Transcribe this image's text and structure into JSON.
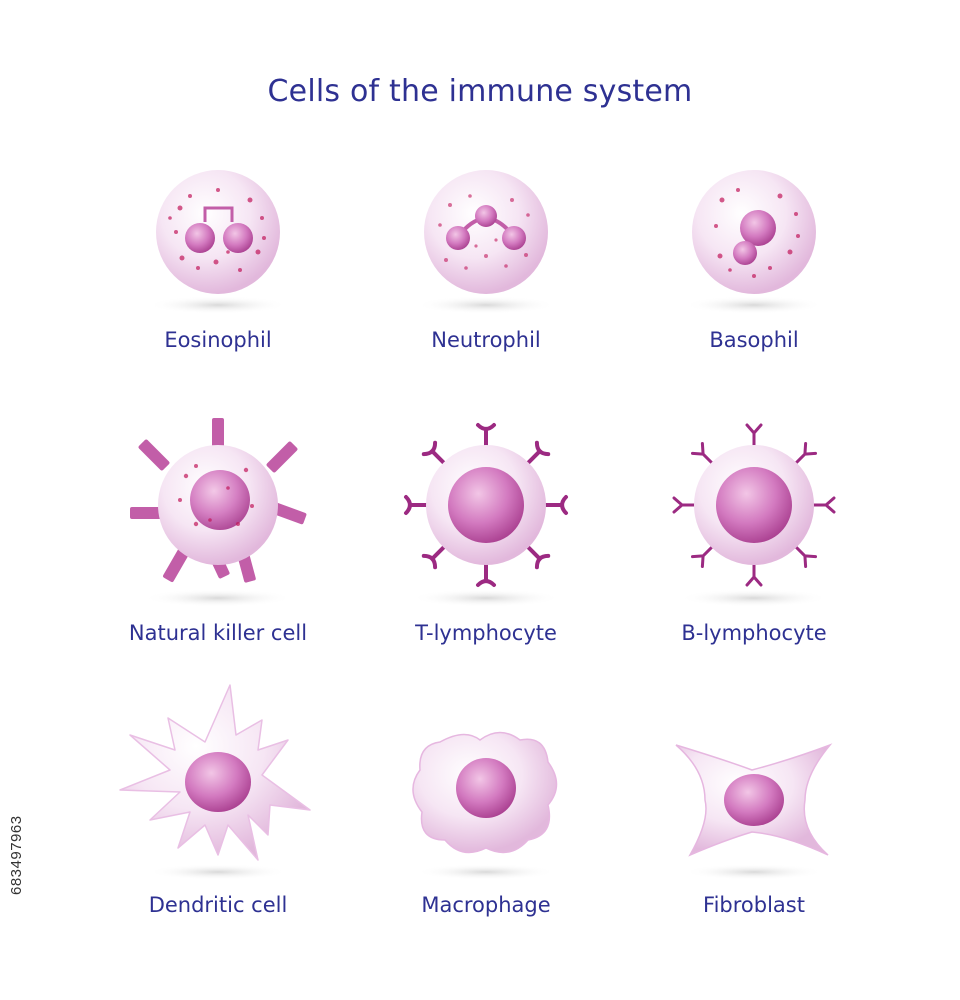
{
  "title": "Cells of the immune system",
  "cells": [
    {
      "name": "Eosinophil"
    },
    {
      "name": "Neutrophil"
    },
    {
      "name": "Basophil"
    },
    {
      "name": "Natural killer cell"
    },
    {
      "name": "T-lymphocyte"
    },
    {
      "name": "B-lymphocyte"
    },
    {
      "name": "Dendritic cell"
    },
    {
      "name": "Macrophage"
    },
    {
      "name": "Fibroblast"
    }
  ],
  "stock_id": "683497963",
  "colors": {
    "text": "#2e3192",
    "cell_membrane": "#f0d6ee",
    "nucleus": "#c25ea8",
    "granules": "#c2185b",
    "receptors": "#9c2a82"
  }
}
